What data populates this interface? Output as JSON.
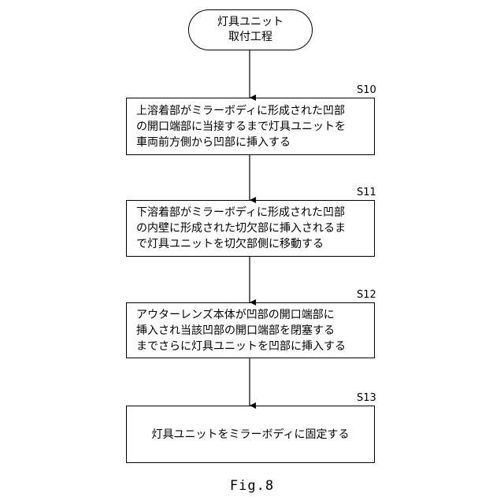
{
  "start": {
    "line1": "灯具ユニット",
    "line2": "取付工程"
  },
  "steps": [
    {
      "label": "S10",
      "lines": [
        "上溶着部がミラーボディに形成された凹部",
        "の開口端部に当接するまで灯具ユニットを",
        "車両前方側から凹部に挿入する"
      ]
    },
    {
      "label": "S11",
      "lines": [
        "下溶着部がミラーボディに形成された凹部",
        "の内壁に形成された切欠部に挿入されるま",
        "で灯具ユニットを切欠部側に移動する"
      ]
    },
    {
      "label": "S12",
      "lines": [
        "アウターレンズ本体が凹部の開口端部に",
        "挿入され当該凹部の開口端部を閉塞する",
        "までさらに灯具ユニットを凹部に挿入する"
      ]
    },
    {
      "label": "S13",
      "lines": [
        "灯具ユニットをミラーボディに固定する"
      ]
    }
  ],
  "caption": "Fig.8"
}
